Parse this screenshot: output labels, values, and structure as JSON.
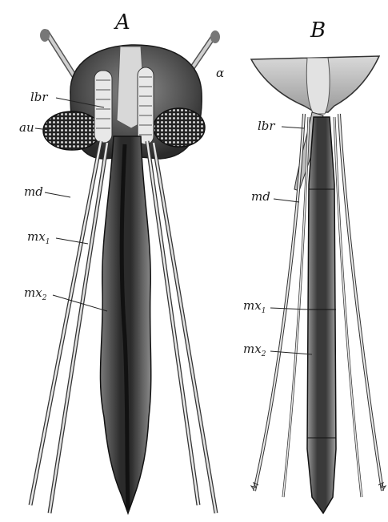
{
  "figure": {
    "panel_a": {
      "letter": "A",
      "labels": {
        "alpha": "α",
        "lbr": "lbr",
        "au": "au",
        "md": "md",
        "mx1_base": "mx",
        "mx1_sub": "1",
        "mx2_base": "mx",
        "mx2_sub": "2"
      }
    },
    "panel_b": {
      "letter": "B",
      "labels": {
        "lbr": "lbr",
        "md": "md",
        "mx1_base": "mx",
        "mx1_sub": "1",
        "mx2_base": "mx",
        "mx2_sub": "2"
      }
    }
  }
}
